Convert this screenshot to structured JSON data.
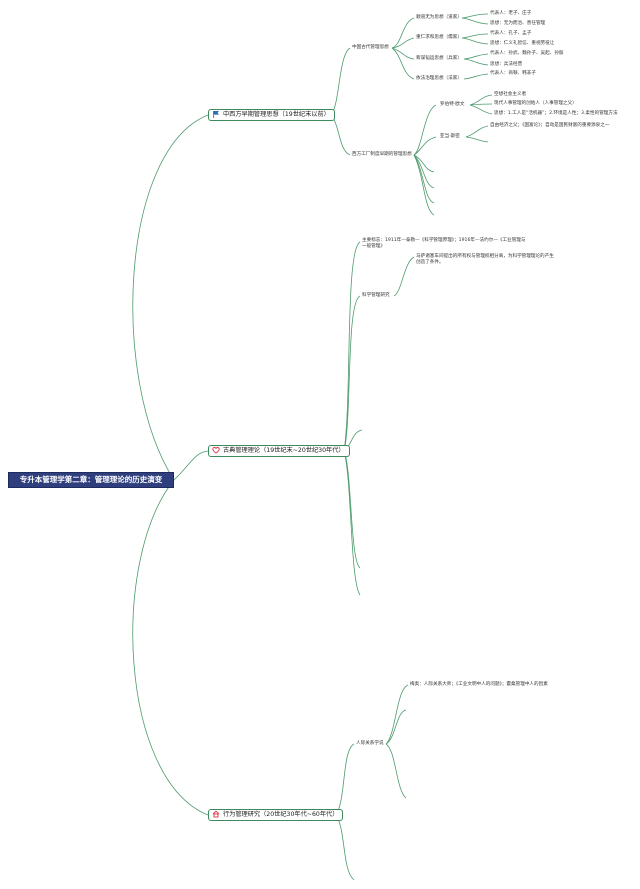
{
  "root": {
    "title": "专升本管理学第二章：管理理论的历史演变"
  },
  "branch1": {
    "title": "中西方早期管理思想（19世纪末以前）",
    "icon": "flag-icon",
    "chinese": {
      "title": "中国古代管理思想",
      "daoist": {
        "title": "顺道无为思想（道家）",
        "lines": [
          "代表人：老子、庄子",
          "思想：无为而治、善任管理"
        ]
      },
      "confucian": {
        "title": "重仁求和思想（儒家）",
        "lines": [
          "代表人：孔子、孟子",
          "思想：仁义礼智信、重视劳役让"
        ]
      },
      "strategist": {
        "title": "筹谋韬运思想（兵家）",
        "lines": [
          "代表人：孙武、魏孙子、吴起、孙膑",
          "思想：兵法经营"
        ]
      },
      "legalist": {
        "title": "依法治理思想（法家）",
        "lines": [
          "代表人：商鞅、韩非子"
        ]
      }
    },
    "western": {
      "title": "西方工厂制度早期的管理思想",
      "owen": {
        "title": "罗伯特·欧文",
        "lines": [
          "空想社会主义者",
          "现代人事管理的创始人（人事管理之父）",
          "思想：1.工人是“活机器”；2.环境是人性；3.柔性的管理方法"
        ]
      },
      "smith": {
        "title": "亚当·斯密",
        "lines": [
          "自由经济之父；《国富论》；自动是国民财富的重要源泉之一"
        ]
      }
    }
  },
  "branch2": {
    "title": "古典管理理论（19世纪末~20世纪30年代）",
    "icon": "heart-icon",
    "sign": "主要标志：1911年—泰勒—《科学管理原理》；1916年—法约尔—《工业管理与一般管理》",
    "science": {
      "title": "科学管理研究",
      "note": "马萨诸塞车间提出的所有权与管理权相分离，为科学管理理论的产生创造了条件。"
    }
  },
  "branch3": {
    "title": "行为管理研究（20世纪30年代~60年代）",
    "icon": "house-icon",
    "hr": {
      "title": "人际关系学说",
      "note": "梅奥：人际关系大师；《工业文明中人的问题》；霍桑管理中人的因素"
    }
  },
  "colors": {
    "line": "#4c9a6a",
    "root_bg": "#2f3f7e",
    "root_text": "#ffffff",
    "branch_border": "#3f8a5c"
  }
}
